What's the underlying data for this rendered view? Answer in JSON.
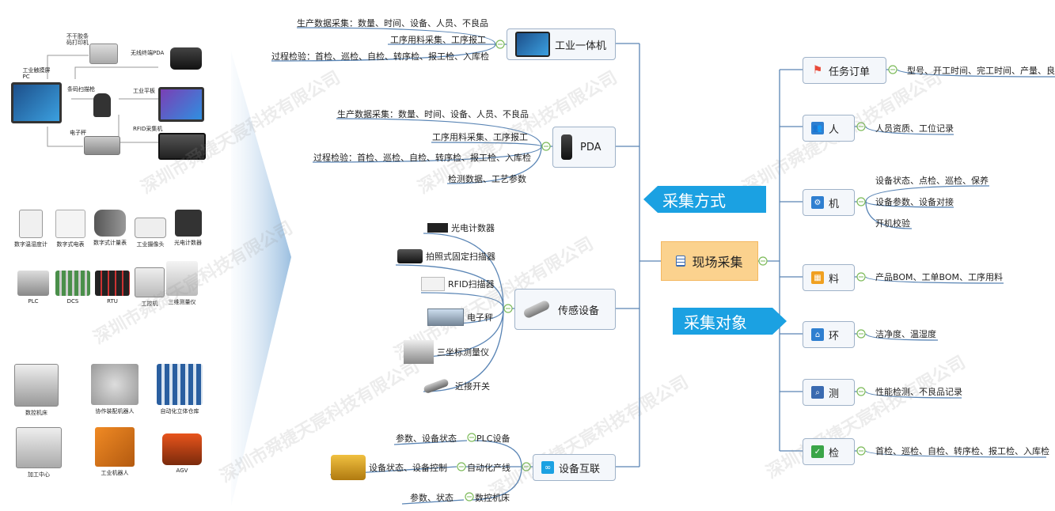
{
  "left_panel": {
    "group1": {
      "pc": "工业触摸屏\nPC",
      "printer": "不干胶条\n码打印机",
      "pda": "无线终端PDA",
      "scanner": "条码扫描枪",
      "tablet": "工业平板",
      "rfid": "RFID采集机",
      "scale": "电子秤"
    },
    "group2": [
      "数字温湿度计",
      "数字式电表",
      "数字式计量表",
      "工业摄像头",
      "光电计数器"
    ],
    "group3": [
      "PLC",
      "DCS",
      "RTU",
      "工控机",
      "三维测量仪"
    ],
    "group4": [
      "数控机床",
      "协作装配机器人",
      "自动化立体仓库"
    ],
    "group5": [
      "加工中心",
      "工业机器人",
      "AGV"
    ]
  },
  "center": {
    "label": "现场采集"
  },
  "badges": {
    "method": "采集方式",
    "object": "采集对象"
  },
  "methods": [
    {
      "label": "工业一体机",
      "items": [
        "生产数据采集：数量、时间、设备、人员、不良品",
        "工序用料采集、工序报工",
        "过程检验：首检、巡检、自检、转序检、报工检、入库检"
      ]
    },
    {
      "label": "PDA",
      "items": [
        "生产数据采集：数量、时间、设备、人员、不良品",
        "工序用料采集、工序报工",
        "过程检验：首检、巡检、自检、转序检、报工检、入库检",
        "检测数据、工艺参数"
      ]
    },
    {
      "label": "传感设备",
      "items": [
        "光电计数器",
        "拍照式固定扫描器",
        "RFID扫描器",
        "电子秤",
        "三坐标测量仪",
        "近接开关"
      ]
    },
    {
      "label": "设备互联",
      "subs": [
        {
          "label": "PLC设备",
          "item": "参数、设备状态"
        },
        {
          "label": "自动化产线",
          "item": "设备状态、设备控制"
        },
        {
          "label": "数控机床",
          "item": "参数、状态"
        }
      ]
    }
  ],
  "objects": [
    {
      "label": "任务订单",
      "item": "型号、开工时间、完工时间、产量、良率",
      "icon": "flag-icon",
      "color": "#e84a3a"
    },
    {
      "label": "人",
      "item": "人员资质、工位记录",
      "icon": "people-icon",
      "color": "#2f7fd0"
    },
    {
      "label": "机",
      "items": [
        "设备状态、点检、巡检、保养",
        "设备参数、设备对接",
        "开机校验"
      ],
      "icon": "gear-icon",
      "color": "#2f7fd0"
    },
    {
      "label": "料",
      "item": "产品BOM、工单BOM、工序用料",
      "icon": "material-icon",
      "color": "#f0a020"
    },
    {
      "label": "环",
      "item": "洁净度、温湿度",
      "icon": "home-icon",
      "color": "#2f7fd0"
    },
    {
      "label": "测",
      "item": "性能检测、不良品记录",
      "icon": "magnifier-icon",
      "color": "#3a6ab0"
    },
    {
      "label": "检",
      "item": "首检、巡检、自检、转序检、报工检、入库检",
      "icon": "check-icon",
      "color": "#3aa548"
    }
  ],
  "watermark": "深圳市舜捷天宸科技有限公司",
  "colors": {
    "line": "#5a85b5",
    "badge": "#1ba1e2",
    "center": "#fbd28e"
  }
}
